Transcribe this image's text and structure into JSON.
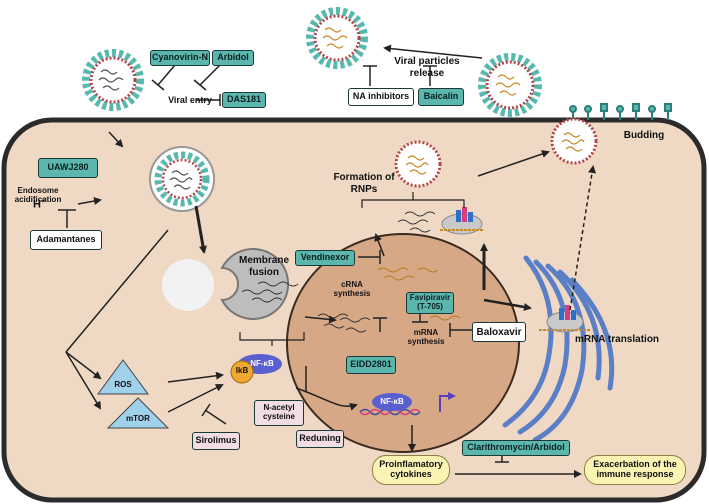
{
  "labels": {
    "viral_particles_release": "Viral particles\nrelease",
    "viral_entry": "Viral entry",
    "budding": "Budding",
    "formation_of_rnps": "Formation of\nRNPs",
    "endosome_acidification": "Endosome\nacidification",
    "h_plus": "H",
    "h_sup": "+",
    "membrane_fusion": "Membrane\nfusion",
    "crna_synthesis": "cRNA\nsynthesis",
    "mrna_synthesis": "mRNA\nsynthesis",
    "mrna_translation": "mRNA translation",
    "ros": "ROS",
    "mtor": "mTOR",
    "ikb": "IkB",
    "nfkb_cyto": "NF-κB",
    "nfkb_nuc": "NF-κB"
  },
  "drugs": {
    "cyanovirin": "Cyanovirin-N",
    "arbidol": "Arbidol",
    "das181": "DAS181",
    "na_inhibitors": "NA inhibitors",
    "baicalin": "Baicalin",
    "uawj280": "UAWJ280",
    "adamantanes": "Adamantanes",
    "vendinexor": "Vendinexor",
    "favipiravir": "Favipiravir\n(T-705)",
    "baloxavir": "Baloxavir",
    "eidd2801": "EIDD2801",
    "sirolimus": "Sirolimus",
    "n_acetyl": "N-acetyl\ncysteine",
    "reduning": "Reduning",
    "clarithromycin": "Clarithromycin/Arbidol"
  },
  "outcomes": {
    "proinflammatory": "Proinflamatory\ncytokines",
    "exacerbation": "Exacerbation of the\nimmune response"
  },
  "colors": {
    "cell_fill": "#efd9c4",
    "cell_border": "#2b2b2b",
    "nucleus_fill": "#d6a886",
    "drug_teal": "#5bb7ad",
    "virus_teal": "#57b9ad",
    "capsid_red": "#b3454a",
    "nfkb_blue": "#5a5fd0",
    "ikb_orange": "#f0a830",
    "er_blue": "#5b7fc6",
    "outcome_yellow": "#fbf3b4"
  }
}
